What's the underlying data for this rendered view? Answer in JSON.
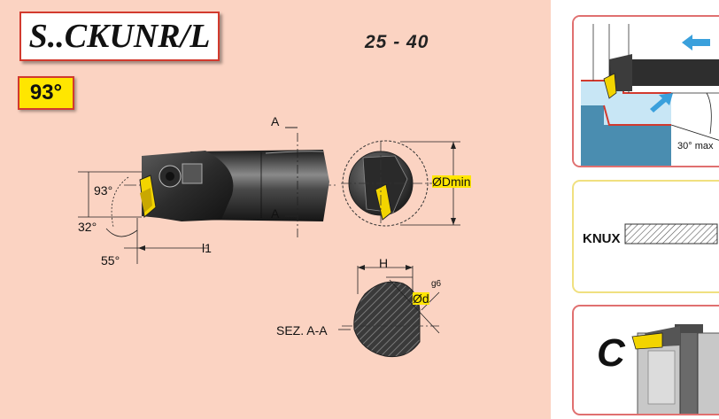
{
  "title": "S..CKUNR/L",
  "range": "25 -  40",
  "angle_badge": "93°",
  "drawing": {
    "angle_93": "93°",
    "angle_32": "32°",
    "angle_55": "55°",
    "l1": "l1",
    "section_a_top": "A",
    "section_a_bottom": "A",
    "dmin": "ØDmin",
    "h": "H",
    "d": "Ød",
    "tolerance": "g6",
    "section_label": "SEZ. A-A"
  },
  "cards": {
    "clearance_max": "30° max",
    "insert_code": "KNUX",
    "clamp_letter": "C"
  },
  "colors": {
    "panel_bg": "#fbd3c2",
    "accent_red": "#d23a2e",
    "highlight_yellow": "#ffe600",
    "tool_body": "#3a3a3a",
    "insert_yellow": "#f2d400",
    "arrow_blue": "#3aa0dc"
  }
}
